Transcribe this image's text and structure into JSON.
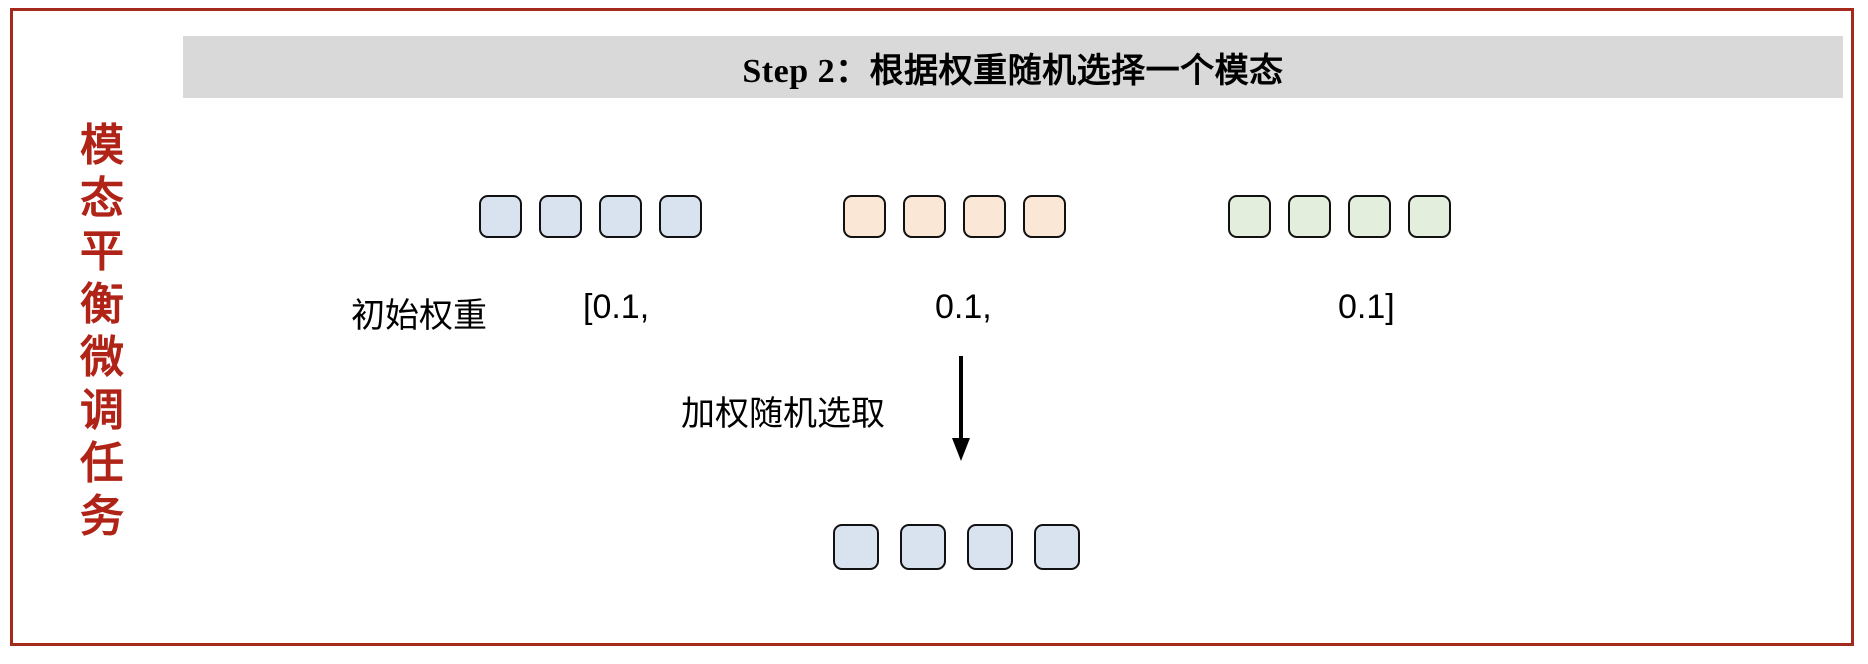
{
  "figure": {
    "border_color": "#A52A1E",
    "background": "#ffffff"
  },
  "header": {
    "title": "Step 2：根据权重随机选择一个模态",
    "banner_color": "#D9D9D9"
  },
  "side_label": {
    "text": "模态平衡微调任务",
    "chars": [
      "模",
      "态",
      "平",
      "衡",
      "微",
      "调",
      "任",
      "务"
    ],
    "color": "#B02418"
  },
  "modalities": [
    {
      "name": "modality-blue",
      "fill": "#D9E2EF",
      "stroke": "#111111",
      "token_count": 4,
      "weight": "[0.1,"
    },
    {
      "name": "modality-peach",
      "fill": "#FAE7D5",
      "stroke": "#111111",
      "token_count": 4,
      "weight": "0.1,"
    },
    {
      "name": "modality-green",
      "fill": "#E3EFDC",
      "stroke": "#111111",
      "token_count": 4,
      "weight": "0.1]"
    }
  ],
  "weights": {
    "label": "初始权重",
    "values": [
      "[0.1,",
      "0.1,",
      "0.1]"
    ]
  },
  "arrow": {
    "label": "加权随机选取",
    "direction": "down",
    "icon": "arrow-down-icon"
  },
  "selected": {
    "name": "selected-modality",
    "fill": "#D9E2EF",
    "stroke": "#111111",
    "token_count": 4
  }
}
